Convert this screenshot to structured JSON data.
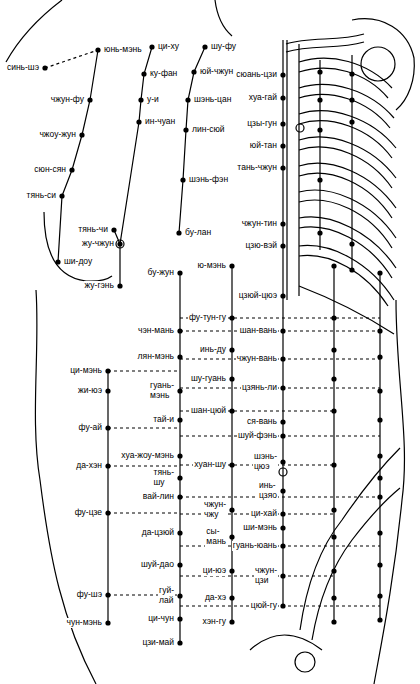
{
  "diagram": {
    "labels": [
      "синь-шэ",
      "юнь-мэнь",
      "ци-ху",
      "шу-фу",
      "ку-фан",
      "юй-чжун",
      "сюань-цзи",
      "чжун-фу",
      "у-и",
      "хуа-гай",
      "шэнь-цан",
      "ин-чуан",
      "цзы-гун",
      "лин-сюй",
      "чжоу-жун",
      "юй-тан",
      "тань-чжун",
      "сюн-сян",
      "шэнь-фэн",
      "тянь-си",
      "чжун-тин",
      "тянь-чи",
      "бу-лан",
      "жу-чжун",
      "цзю-вэй",
      "ши-доу",
      "ю-мэнь",
      "бу-жун",
      "жу-гэнь",
      "цзюй-цюэ",
      "фу-тун-гу",
      "шан-вань",
      "чэн-мань",
      "инь-ду",
      "лян-мэнь",
      "чжун-вань",
      "ци-мэнь",
      "шу-гуань",
      "цзянь-ли",
      "гуань- мэнь",
      "жи-юэ",
      "шан-цюй",
      "тай-и",
      "ся-вань",
      "фу-ай",
      "шуй-фэнь",
      "хуа-жоу-мэнь",
      "хуан-шу",
      "шэнь- цюэ",
      "да-хэн",
      "тянь- шу",
      "инь- цзяо",
      "вай-лин",
      "чжун- чжу",
      "ци-хай",
      "фу-цзе",
      "ши-мэнь",
      "да-цзюй",
      "сы- мань",
      "гуань-юань",
      "шуй-дао",
      "ци-юэ",
      "чжун- цзи",
      "гуй- лай",
      "фу-шэ",
      "да-хэ",
      "цюй-гу",
      "ци-чун",
      "хэн-гу",
      "чун-мэнь",
      "цзи-май"
    ]
  }
}
